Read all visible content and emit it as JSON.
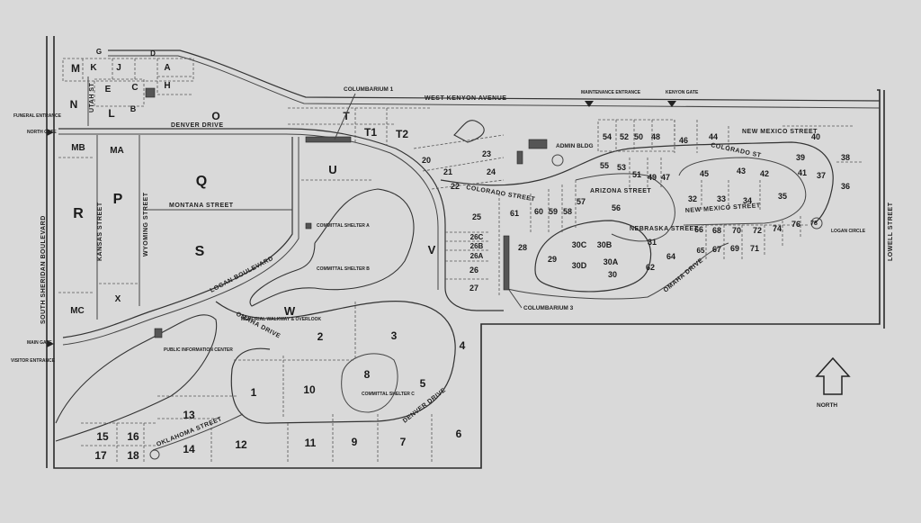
{
  "streets": {
    "west_kenyon": "WEST KENYON AVENUE",
    "denver_drive": "DENVER DRIVE",
    "denver_drive_south": "DENVER DRIVE",
    "montana": "MONTANA STREET",
    "kansas": "KANSAS STREET",
    "wyoming": "WYOMING STREET",
    "utah": "UTAH ST",
    "logan_blvd": "LOGAN BOULEVARD",
    "omaha_drive": "OMAHA DRIVE",
    "omaha_drive_east": "OMAHA DRIVE",
    "oklahoma": "OKLAHOMA STREET",
    "colorado": "COLORADO STREET",
    "colorado_east": "COLORADO ST",
    "arizona": "ARIZONA STREET",
    "nebraska": "NEBRASKA STREET",
    "new_mexico": "NEW MEXICO STREET",
    "new_mexico_lower": "NEW MEXICO STREET",
    "south_sheridan": "SOUTH SHERIDAN BOULEVARD",
    "lowell": "LOWELL STREET",
    "logan_circle": "LOGAN CIRCLE"
  },
  "landmarks": {
    "columbarium_1": "COLUMBARIUM 1",
    "columbarium_3": "COLUMBARIUM 3",
    "admin_bldg": "ADMIN BLDG",
    "maintenance_entrance": "MAINTENANCE ENTRANCE",
    "kenyon_gate": "KENYON GATE",
    "funeral_entrance": "FUNERAL ENTRANCE",
    "north_gate": "NORTH GATE",
    "main_gate": "MAIN GATE",
    "visitor_entrance": "VISITOR ENTRANCE",
    "shelter_a": "COMMITTAL SHELTER A",
    "shelter_b": "COMMITTAL SHELTER B",
    "shelter_c": "COMMITTAL SHELTER C",
    "memorial_walkway": "MEMORIAL WALKWAY & OVERLOOK",
    "public_info": "PUBLIC INFORMATION CENTER"
  },
  "compass": {
    "label": "NORTH"
  },
  "sections": {
    "M": "M",
    "K": "K",
    "J": "J",
    "G": "G",
    "D": "D",
    "A": "A",
    "H": "H",
    "E": "E",
    "C": "C",
    "B": "B",
    "N": "N",
    "L": "L",
    "O": "O",
    "T": "T",
    "T1": "T1",
    "T2": "T2",
    "MB": "MB",
    "MA": "MA",
    "R": "R",
    "P": "P",
    "Q": "Q",
    "S": "S",
    "U": "U",
    "V": "V",
    "W": "W",
    "X": "X",
    "MC": "MC",
    "s1": "1",
    "s2": "2",
    "s3": "3",
    "s4": "4",
    "s5": "5",
    "s6": "6",
    "s7": "7",
    "s8": "8",
    "s9": "9",
    "s10": "10",
    "s11": "11",
    "s12": "12",
    "s13": "13",
    "s14": "14",
    "s15": "15",
    "s16": "16",
    "s17": "17",
    "s18": "18",
    "s20": "20",
    "s21": "21",
    "s22": "22",
    "s23": "23",
    "s24": "24",
    "s25": "25",
    "s26": "26",
    "s26A": "26A",
    "s26B": "26B",
    "s26C": "26C",
    "s27": "27",
    "s28": "28",
    "s29": "29",
    "s30": "30",
    "s30A": "30A",
    "s30B": "30B",
    "s30C": "30C",
    "s30D": "30D",
    "s31": "31",
    "s32": "32",
    "s33": "33",
    "s34": "34",
    "s35": "35",
    "s36": "36",
    "s37": "37",
    "s38": "38",
    "s39": "39",
    "s40": "40",
    "s41": "41",
    "s42": "42",
    "s43": "43",
    "s44": "44",
    "s45": "45",
    "s46": "46",
    "s47": "47",
    "s48": "48",
    "s49": "49",
    "s50": "50",
    "s51": "51",
    "s52": "52",
    "s53": "53",
    "s54": "54",
    "s55": "55",
    "s56": "56",
    "s57": "57",
    "s58": "58",
    "s59": "59",
    "s60": "60",
    "s61": "61",
    "s62": "62",
    "s64": "64",
    "s65": "65",
    "s66": "66",
    "s67": "67",
    "s68": "68",
    "s69": "69",
    "s70": "70",
    "s71": "71",
    "s72": "72",
    "s74": "74",
    "s76": "76",
    "s78": "78"
  }
}
